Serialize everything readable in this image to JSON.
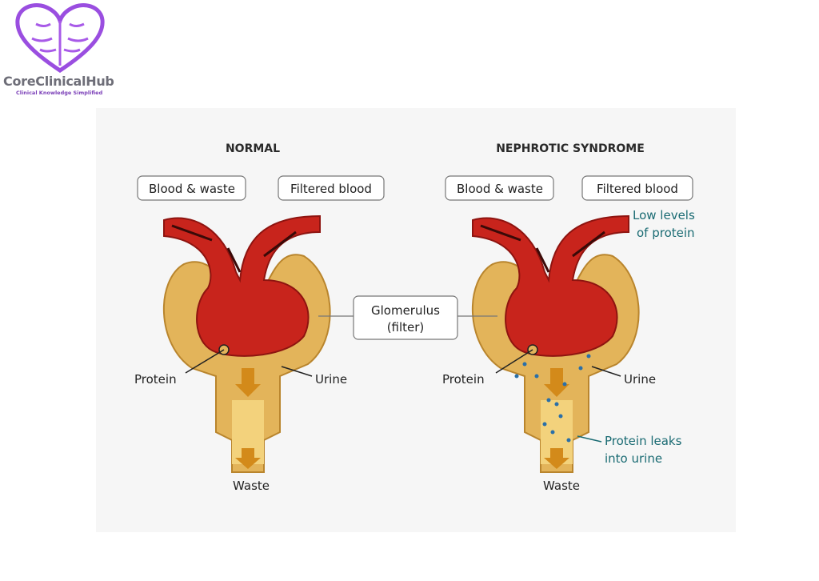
{
  "logo": {
    "name": "CoreClinicalHub",
    "tagline": "Clinical Knowledge Simplified"
  },
  "panels": [
    {
      "title": "NORMAL",
      "blood_in": "Blood & waste",
      "blood_out": "Filtered blood",
      "protein": "Protein",
      "urine": "Urine",
      "waste": "Waste"
    },
    {
      "title": "NEPHROTIC SYNDROME",
      "blood_in": "Blood & waste",
      "blood_out": "Filtered blood",
      "protein": "Protein",
      "urine": "Urine",
      "waste": "Waste",
      "low_protein_1": "Low levels",
      "low_protein_2": "of protein",
      "leak_1": "Protein leaks",
      "leak_2": "into urine"
    }
  ],
  "glomerulus": {
    "line1": "Glomerulus",
    "line2": "(filter)"
  },
  "colors": {
    "capsule": "#e3b45a",
    "vessel": "#c8241c",
    "protein_dot": "#2a6fa8",
    "teal_text": "#1a6b73",
    "logo_purple": "#8a3fd0"
  }
}
